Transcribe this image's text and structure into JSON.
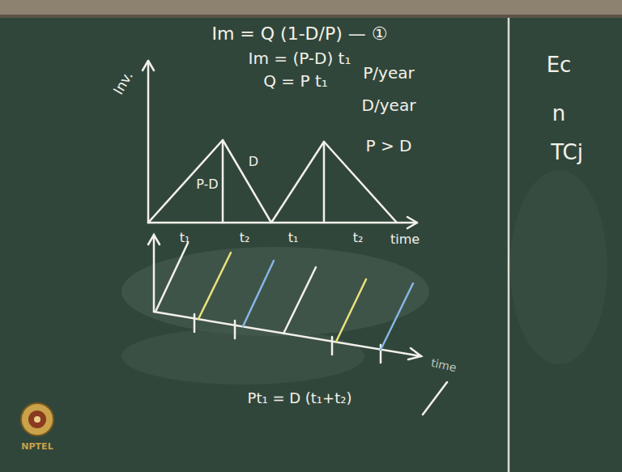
{
  "diagram": {
    "labels": [
      "Im = Q (1-D/P) — ①",
      "Im = (P-D) t₁",
      "Q = P t₁",
      "P/year",
      "D/year",
      "P > D",
      "Inv.",
      "P-D",
      "D",
      "t₁",
      "t₂",
      "t₁",
      "t₂",
      "time",
      "time",
      "Pt₁ = D (t₁+t₂)",
      "Ec",
      "n",
      "TCj",
      "NPTEL"
    ]
  }
}
